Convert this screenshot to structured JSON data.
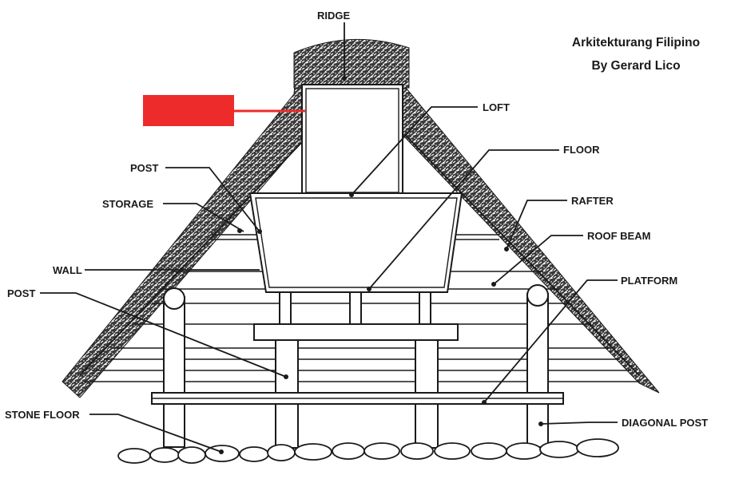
{
  "credit": {
    "line1": "Arkitekturang Filipino",
    "line2": "By Gerard Lico"
  },
  "labels": {
    "ridge": "RIDGE",
    "loft": "LOFT",
    "floor": "FLOOR",
    "post_upper": "POST",
    "storage": "STORAGE",
    "rafter": "RAFTER",
    "roof_beam": "ROOF BEAM",
    "wall": "WALL",
    "platform": "PLATFORM",
    "post_lower": "POST",
    "stone_floor": "STONE FLOOR",
    "diagonal_post": "DIAGONAL POST"
  },
  "redaction_color": "#ee2b2b"
}
